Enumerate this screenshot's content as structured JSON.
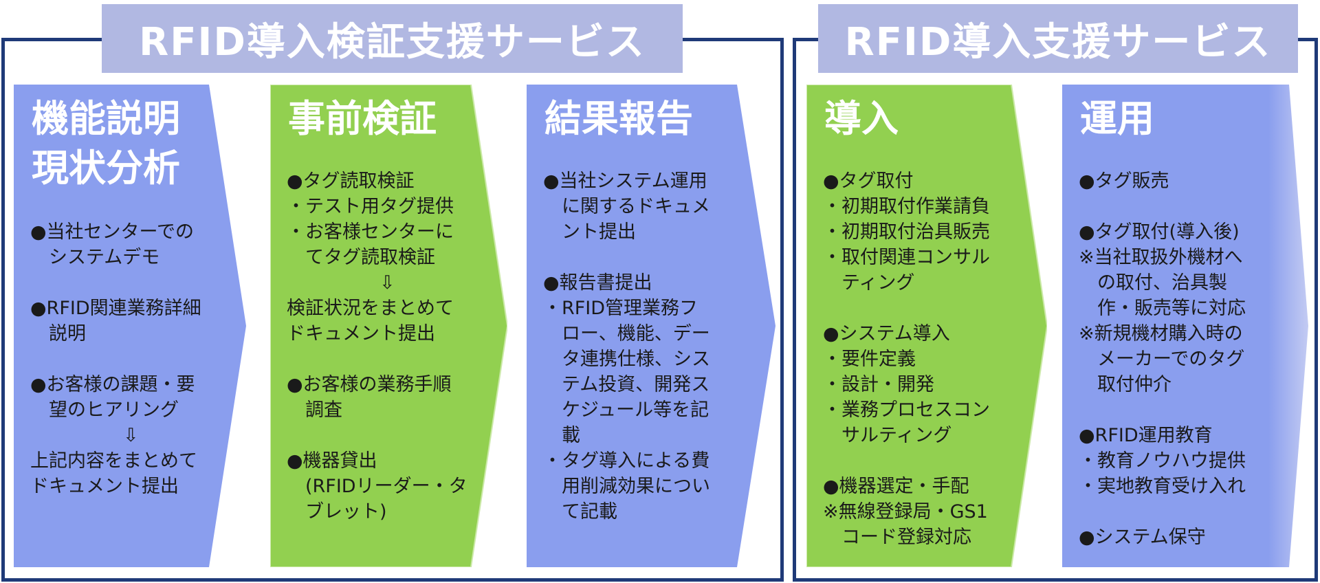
{
  "colors": {
    "border": "#1f3a78",
    "banner": "#b1b8e2",
    "blue": "#8a9eee",
    "green": "#92d050",
    "bar_tip": "#c3cbf2"
  },
  "sections": [
    {
      "title": "RFID導入検証支援サービス"
    },
    {
      "title": "RFID導入支援サービス"
    }
  ],
  "steps": [
    {
      "title": "機能説明\n現状分析",
      "lines": [
        "●当社センターでの",
        "　システムデモ",
        "",
        "●RFID関連業務詳細",
        "　説明",
        "",
        "●お客様の課題・要",
        "　望のヒアリング",
        "　　　　　⇩",
        "上記内容をまとめて",
        "ドキュメント提出"
      ]
    },
    {
      "title": "事前検証",
      "lines": [
        "●タグ読取検証",
        "・テスト用タグ提供",
        "・お客様センターに",
        "　てタグ読取検証",
        "　　　　　⇩",
        "検証状況をまとめて",
        "ドキュメント提出",
        "",
        "●お客様の業務手順",
        "　調査",
        "",
        "●機器貸出",
        "　(RFIDリーダー・タ",
        "　ブレット)"
      ]
    },
    {
      "title": "結果報告",
      "lines": [
        "●当社システム運用",
        "　に関するドキュメ",
        "　ント提出",
        "",
        "●報告書提出",
        "・RFID管理業務フ",
        "　ロー、機能、デー",
        "　タ連携仕様、シス",
        "　テム投資、開発ス",
        "　ケジュール等を記",
        "　載",
        "・タグ導入による費",
        "　用削減効果につい",
        "　て記載"
      ]
    },
    {
      "title": "導入",
      "lines": [
        "●タグ取付",
        "・初期取付作業請負",
        "・初期取付治具販売",
        "・取付関連コンサル",
        "　ティング",
        "",
        "●システム導入",
        "・要件定義",
        "・設計・開発",
        "・業務プロセスコン",
        "　サルティング",
        "",
        "●機器選定・手配",
        "※無線登録局・GS1",
        "　コード登録対応"
      ]
    },
    {
      "title": "運用",
      "lines": [
        "●タグ販売",
        "",
        "●タグ取付(導入後)",
        "※当社取扱外機材へ",
        "　の取付、治具製",
        "　作・販売等に対応",
        "※新規機材購入時の",
        "　メーカーでのタグ",
        "　取付仲介",
        "",
        "●RFID運用教育",
        "・教育ノウハウ提供",
        "・実地教育受け入れ",
        "",
        "●システム保守"
      ]
    }
  ]
}
